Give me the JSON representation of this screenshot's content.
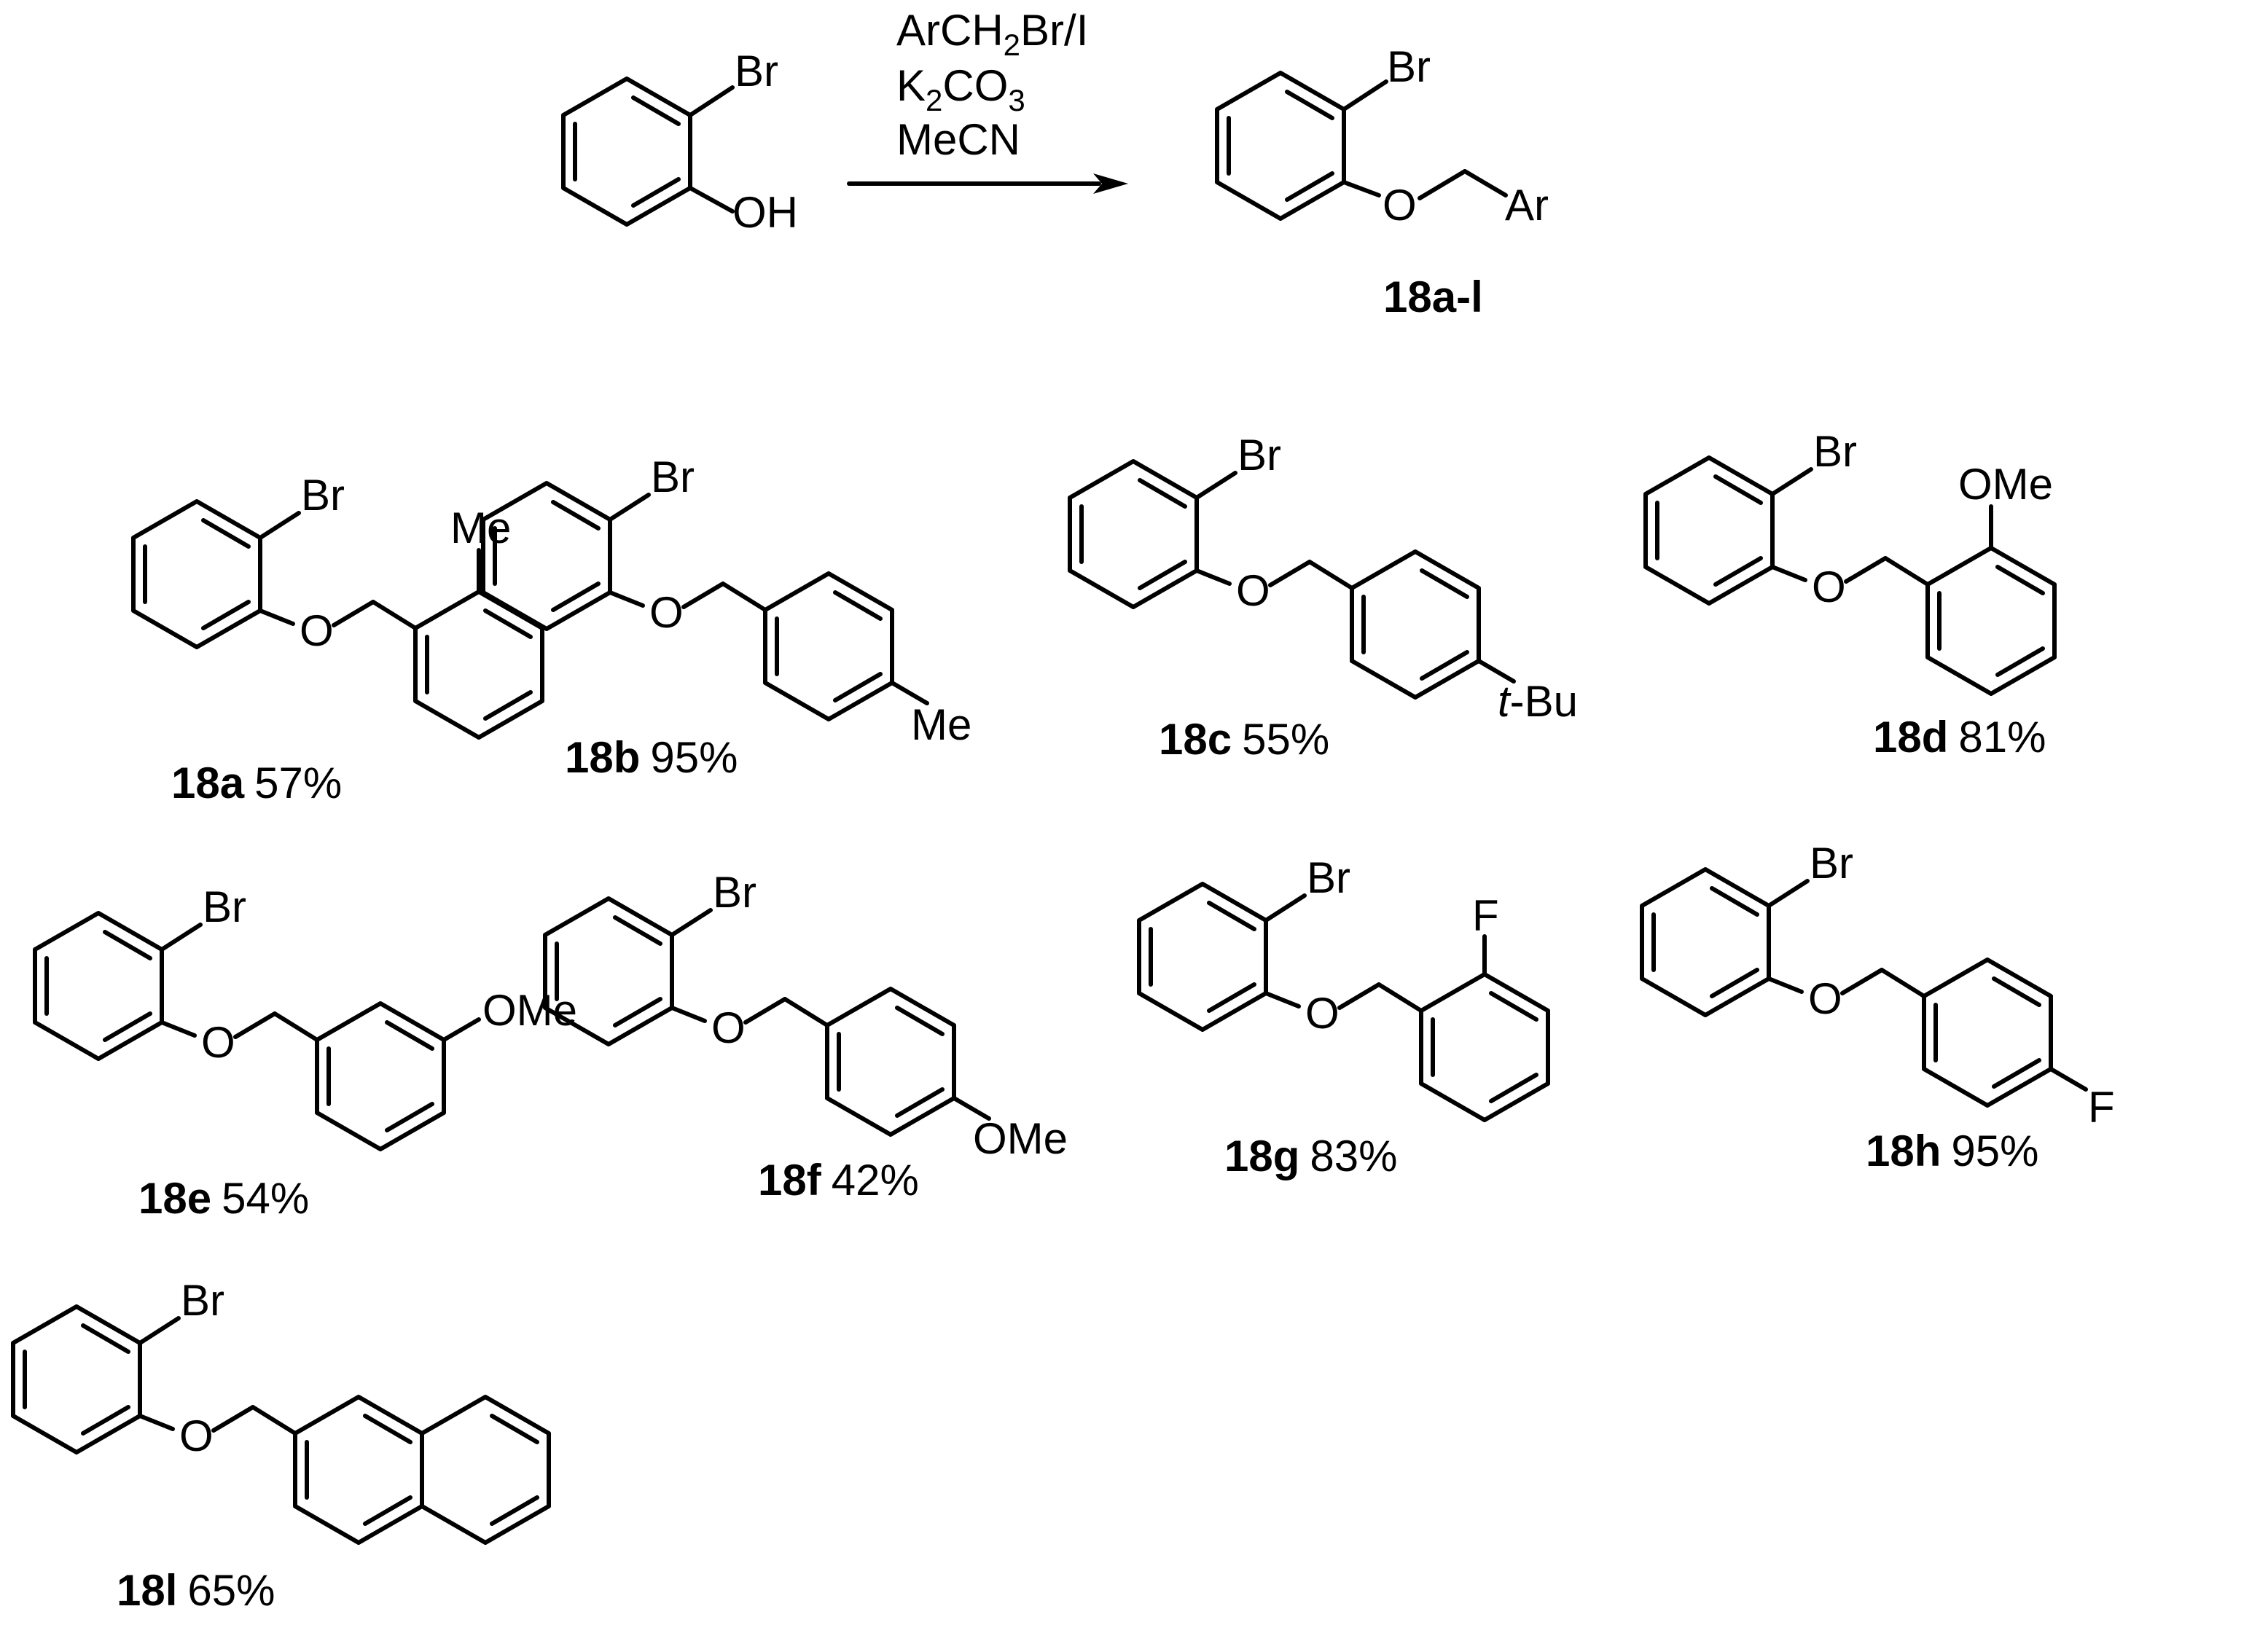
{
  "reaction": {
    "reagents": {
      "line1": "ArCH",
      "line1_sub": "2",
      "line1_tail": "Br/I",
      "line2": "K",
      "line2_sub1": "2",
      "line2_mid": "CO",
      "line2_sub2": "3",
      "line3": "MeCN"
    },
    "starting_material": {
      "br": "Br",
      "oh": "OH"
    },
    "product": {
      "br": "Br",
      "o": "O",
      "ar": "Ar",
      "label": "18a-l"
    }
  },
  "compounds": [
    {
      "id": "18a",
      "yield": "57%",
      "br": "Br",
      "o": "O",
      "sub": "Me"
    },
    {
      "id": "18b",
      "yield": "95%",
      "br": "Br",
      "o": "O",
      "sub": "Me"
    },
    {
      "id": "18c",
      "yield": "55%",
      "br": "Br",
      "o": "O",
      "sub_italic": "t",
      "sub": "-Bu"
    },
    {
      "id": "18d",
      "yield": "81%",
      "br": "Br",
      "o": "O",
      "sub": "OMe"
    },
    {
      "id": "18e",
      "yield": "54%",
      "br": "Br",
      "o": "O",
      "sub": "OMe"
    },
    {
      "id": "18f",
      "yield": "42%",
      "br": "Br",
      "o": "O",
      "sub": "OMe"
    },
    {
      "id": "18g",
      "yield": "83%",
      "br": "Br",
      "o": "O",
      "sub": "F"
    },
    {
      "id": "18h",
      "yield": "95%",
      "br": "Br",
      "o": "O",
      "sub": "F"
    },
    {
      "id": "18l",
      "yield": "65%",
      "br": "Br",
      "o": "O"
    }
  ]
}
